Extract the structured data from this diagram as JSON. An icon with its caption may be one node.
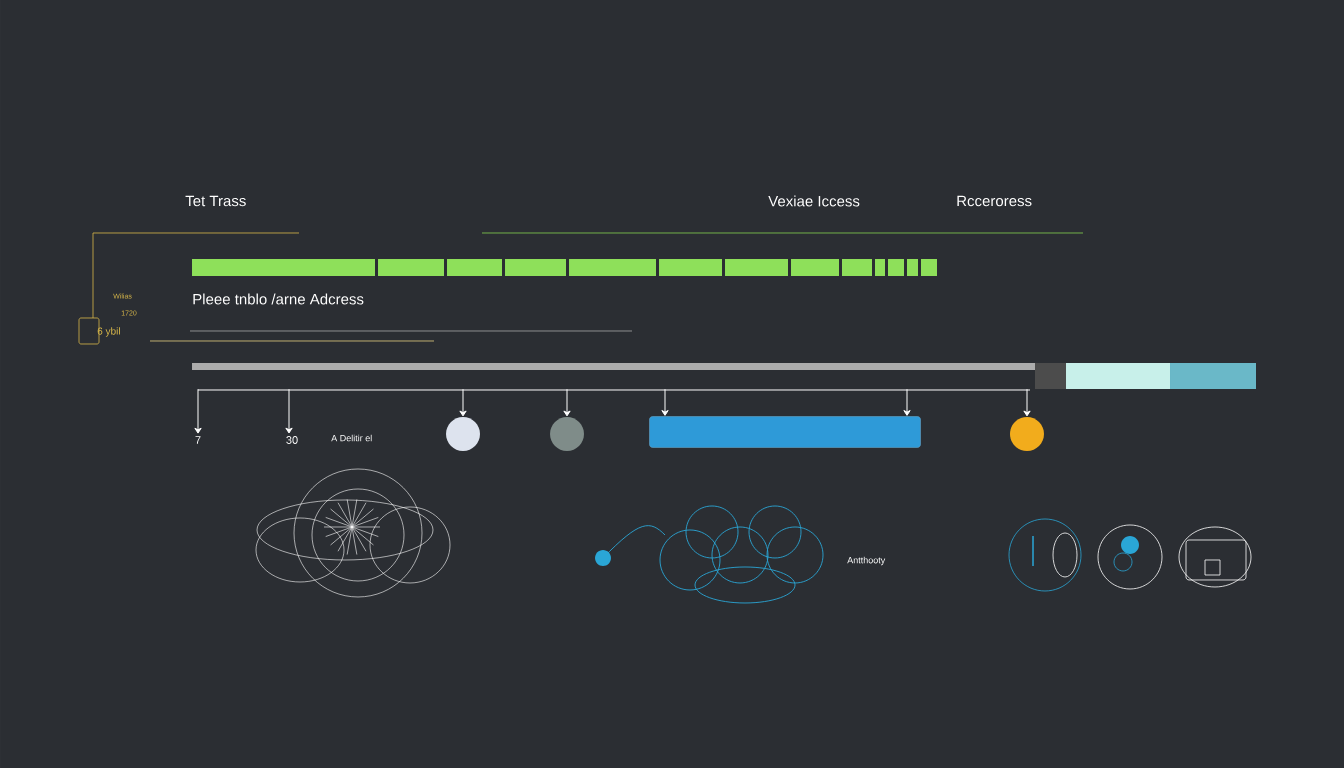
{
  "diagram": {
    "nodes": [
      {
        "text": [],
        "shape": "bar"
      },
      {
        "text": [
          "7"
        ]
      },
      {
        "text": [
          "30"
        ]
      },
      {
        "text": [],
        "shape": "circle"
      },
      {
        "text": [],
        "shape": "circle"
      },
      {
        "text": [],
        "shape": "bar"
      },
      {
        "text": [],
        "shape": "circle"
      }
    ],
    "edges": [
      {
        "from": 0,
        "to": 1,
        "arrow": "to"
      },
      {
        "from": 0,
        "to": 2,
        "arrow": "to"
      },
      {
        "from": 0,
        "to": 3,
        "arrow": "to"
      },
      {
        "from": 0,
        "to": 4,
        "arrow": "to"
      },
      {
        "from": 0,
        "to": 5,
        "arrow": "to"
      },
      {
        "from": 0,
        "to": 5,
        "arrow": "to"
      },
      {
        "from": 0,
        "to": 6,
        "arrow": "to"
      }
    ],
    "labels": [
      "Tet Trass",
      "Vexiae Iccess",
      "Rcceroress",
      "Pleee tnblo /arne Adcress",
      "Wilias",
      "1720",
      "6 ybil",
      "A Delitir el",
      "Antthooty"
    ]
  }
}
